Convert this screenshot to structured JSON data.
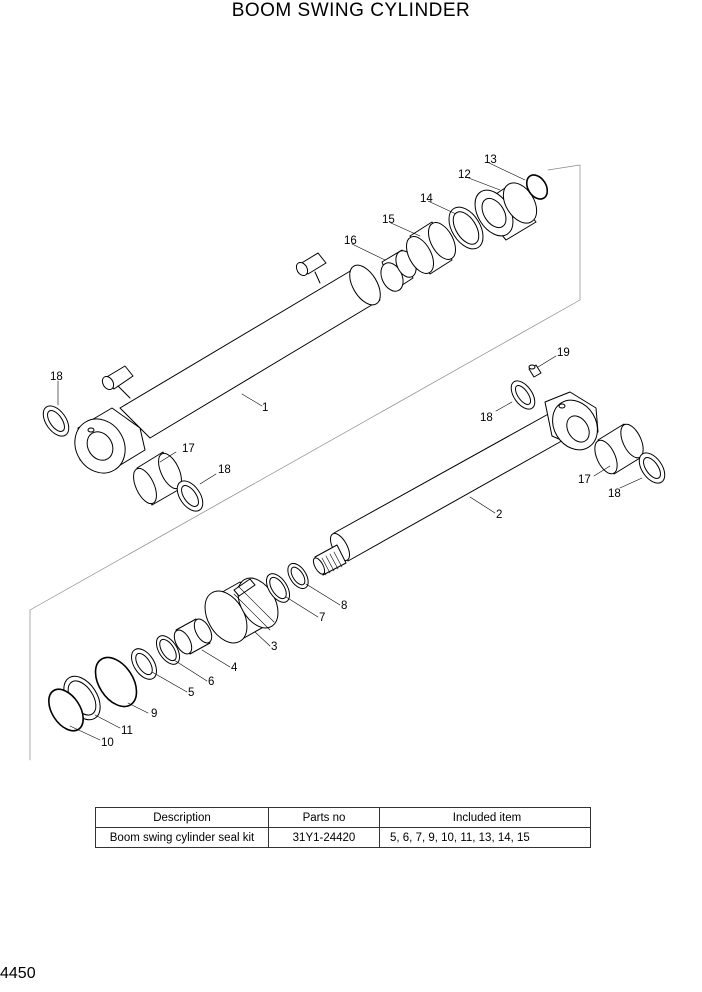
{
  "title": "BOOM SWING CYLINDER",
  "parts": [
    {
      "label": "1"
    },
    {
      "label": "2"
    },
    {
      "label": "3"
    },
    {
      "label": "4"
    },
    {
      "label": "5"
    },
    {
      "label": "6"
    },
    {
      "label": "7"
    },
    {
      "label": "8"
    },
    {
      "label": "9"
    },
    {
      "label": "10"
    },
    {
      "label": "11"
    },
    {
      "label": "12"
    },
    {
      "label": "13"
    },
    {
      "label": "14"
    },
    {
      "label": "15"
    },
    {
      "label": "16"
    },
    {
      "label": "17"
    },
    {
      "label": "18"
    },
    {
      "label": "19"
    }
  ],
  "seal_kit_table": {
    "headers": [
      "Description",
      "Parts no",
      "Included item"
    ],
    "rows": [
      [
        "Boom swing cylinder seal kit",
        "31Y1-24420",
        "5, 6, 7, 9, 10, 11, 13, 14, 15"
      ]
    ]
  },
  "page_number": "4450"
}
